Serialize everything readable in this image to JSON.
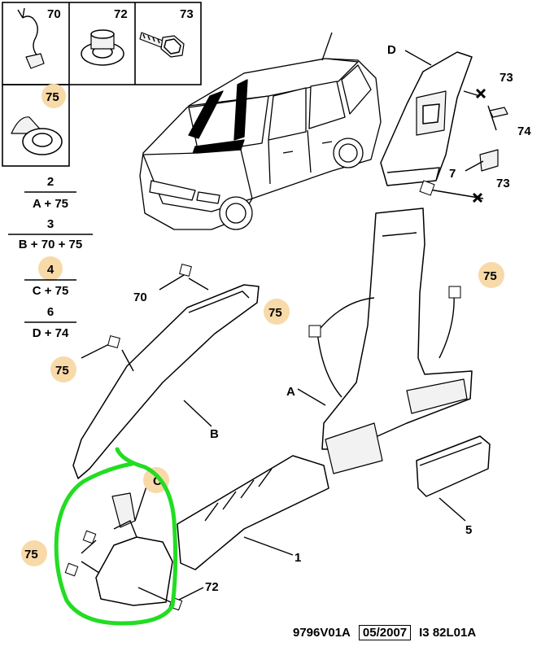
{
  "inset_boxes": [
    {
      "id": "70",
      "label": "70"
    },
    {
      "id": "72",
      "label": "72"
    },
    {
      "id": "73",
      "label": "73"
    },
    {
      "id": "75",
      "label": "75"
    }
  ],
  "legend": [
    {
      "top": "2",
      "bottom": "A + 75"
    },
    {
      "top": "3",
      "bottom": "B + 70 + 75"
    },
    {
      "top": "4",
      "bottom": "C + 75"
    },
    {
      "top": "6",
      "bottom": "D + 74"
    }
  ],
  "callouts": {
    "c70": "70",
    "c75a": "75",
    "c75b": "75",
    "c75c": "75",
    "c75d": "75",
    "cB": "B",
    "cA": "A",
    "cC": "C",
    "cD": "D",
    "c73a": "73",
    "c73b": "73",
    "c74": "74",
    "c7": "7",
    "c1": "1",
    "c5": "5",
    "c72": "72"
  },
  "footer": {
    "code": "9796V01A",
    "date": "05/2007",
    "ref": "I3 82L01A"
  },
  "colors": {
    "highlight_circle": "#f8d9a8",
    "annotation_green": "#22dd22"
  }
}
